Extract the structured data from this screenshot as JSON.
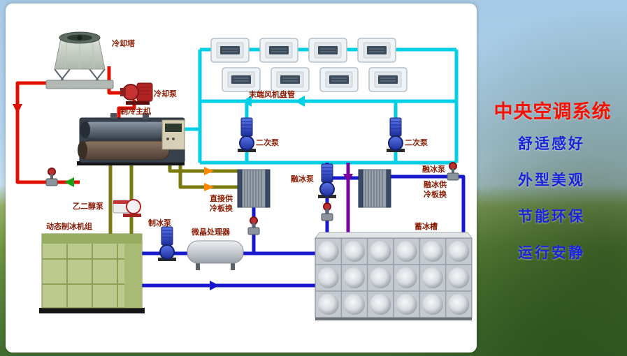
{
  "side_panel": {
    "title": "中央空调系统",
    "features": [
      "舒适感好",
      "外型美观",
      "节能环保",
      "运行安静"
    ]
  },
  "diagram": {
    "labels": {
      "cooling_tower": "冷却塔",
      "cooling_pump": "冷却泵",
      "chiller": "制冷主机",
      "fan_coil_header": "末端风机盘管",
      "secondary_pump_left": "二次泵",
      "secondary_pump_right": "二次泵",
      "melt_pump_left": "融冰泵",
      "melt_pump_right": "融冰泵",
      "direct_hx_l1": "直接供",
      "direct_hx_l2": "冷板换",
      "melt_hx_l1": "融冰供",
      "melt_hx_l2": "冷板换",
      "glycol_pump": "乙二醇泵",
      "ice_pump": "制冰泵",
      "ice_maker": "动态制冰机组",
      "processor": "微晶处理器",
      "ice_tank": "蓄冰槽"
    }
  },
  "colors": {
    "title": "#f51000",
    "features": "#1b23d8",
    "labels": "#8b1a00",
    "pipes": {
      "cooling": "#e01000",
      "chilled": "#00cfe6",
      "glycol": "#7a7a10",
      "ice_water": "#1818cc",
      "charge": "#7a00a0",
      "direct_supply": "#ff8800",
      "flow_green": "#18a018"
    }
  }
}
